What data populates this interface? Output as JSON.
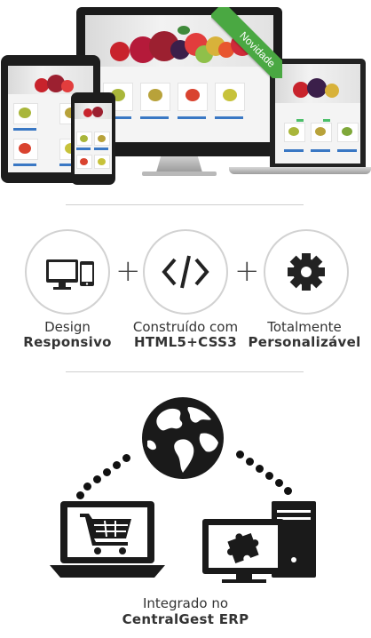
{
  "ribbon": {
    "label": "Novidade"
  },
  "features": [
    {
      "line1": "Design",
      "line2": "Responsivo",
      "icon": "devices-icon"
    },
    {
      "line1": "Construído com",
      "line2": "HTML5+CSS3",
      "icon": "code-icon"
    },
    {
      "line1": "Totalmente",
      "line2": "Personalizável",
      "icon": "gear-icon"
    }
  ],
  "separators": {
    "plus": "+"
  },
  "integration": {
    "line1": "Integrado no",
    "line2": "CentralGest ERP",
    "icons": [
      "globe-icon",
      "shopping-cart-laptop-icon",
      "puzzle-computer-icon"
    ]
  },
  "colors": {
    "ribbon_green": "#4aa842",
    "circle_border": "#d2d2d2",
    "icon_dark": "#222222",
    "button_blue": "#3a78c4"
  }
}
